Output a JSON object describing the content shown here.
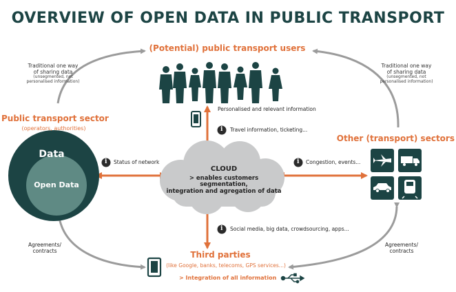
{
  "title": "OVERVIEW OF OPEN DATA IN PUBLIC TRANSPORT",
  "users": {
    "title": "(Potential) public transport users"
  },
  "public_sector": {
    "title": "Public transport sector",
    "subtitle": "(operators, authorities)"
  },
  "other_sectors": {
    "title": "Other (transport) sectors"
  },
  "third_parties": {
    "title": "Third parties",
    "subtitle": "(like Google, banks, telecoms, GPS services...)",
    "integration": "> Integration of all information"
  },
  "traditional_left": {
    "line1": "Traditional one way",
    "line2": "of sharing data",
    "line3": "(unsegmented, not",
    "line4": "personalised information)"
  },
  "traditional_right": {
    "line1": "Traditional one way",
    "line2": "of sharing data",
    "line3": "(unsegmented, not",
    "line4": "personalised information)"
  },
  "personalised": "Personalised and relevant information",
  "travel_info": "Travel information, ticketing...",
  "status_network": "Status of network",
  "congestion": "Congestion, events...",
  "social_media": "Social media, big data, crowdsourcing, apps...",
  "cloud": {
    "title": "CLOUD",
    "line1": "> enables customers segmentation,",
    "line2": "integration and agregation of data"
  },
  "data_circle": {
    "outer": "Data",
    "inner": "Open Data"
  },
  "agreements_left": {
    "line1": "Agreements/",
    "line2": "contracts"
  },
  "agreements_right": {
    "line1": "Agreements/",
    "line2": "contracts"
  },
  "info_glyph": "i",
  "colors": {
    "teal": "#1c4444",
    "orange": "#e0713a",
    "cloud": "#c9cacb",
    "grey_arrow": "#9b9b9b",
    "inner_circle": "#5f8a84"
  },
  "icons": [
    "person-silhouette-icon",
    "smartphone-icon",
    "info-icon",
    "airplane-icon",
    "truck-icon",
    "car-icon",
    "train-icon",
    "tablet-icon",
    "usb-icon"
  ]
}
